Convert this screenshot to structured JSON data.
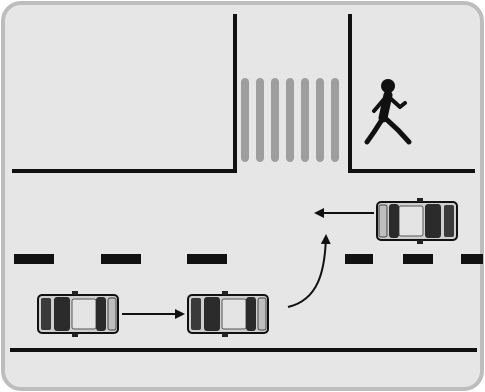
{
  "diagram": {
    "background_color": "#e6e6e6",
    "frame_color": "#bdbdbd",
    "line_color": "#111111",
    "crosswalk_color": "#9e9e9e",
    "car_body_color": "#d6d6d6",
    "car_dark_color": "#333333",
    "elements": {
      "pedestrian": "pedestrian-walking-icon",
      "crosswalk": "zebra-crosswalk",
      "cars": [
        "car-start",
        "car-moving",
        "car-oncoming"
      ],
      "arrows": [
        "arrow-straight-right",
        "arrow-curve-up-left",
        "arrow-oncoming-left"
      ]
    }
  }
}
